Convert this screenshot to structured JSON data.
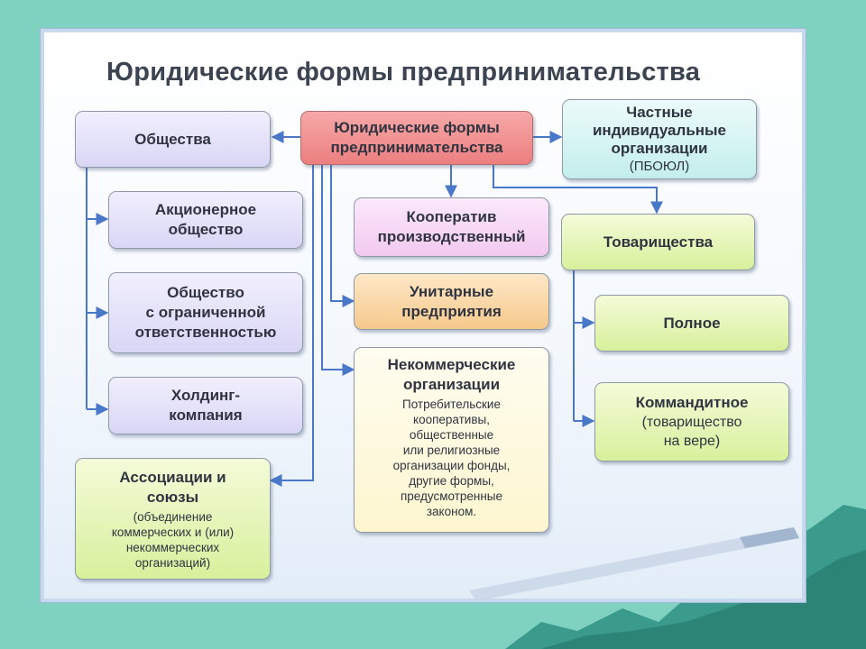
{
  "title": "Юридические формы предпринимательства",
  "nodes": {
    "center": "Юридические формы\nпредпринимательства",
    "obshchestva": "Общества",
    "aktsionernoe": "Акционерное\nобщество",
    "ooo": "Общество\nс ограниченной\nответственностью",
    "holding": "Холдинг-\nкомпания",
    "assotsiatsii": {
      "label": "Ассоциации и\nсоюзы",
      "note": "(объединение\nкоммерческих и (или)\nнекоммерческих\nорганизаций)"
    },
    "chastnye": {
      "label": "Частные\nиндивидуальные\nорганизации",
      "note": "(ПБОЮЛ)"
    },
    "kooperativ": "Кооператив\nпроизводственный",
    "unitarnye": "Унитарные\nпредприятия",
    "nekommercheskie": {
      "label": "Некоммерческие\nорганизации",
      "note": "Потребительские\nкооперативы,\nобщественные\nили религиозные\nорганизации  фонды,\nдругие формы,\nпредусмотренные\nзаконом."
    },
    "tovarishchestva": "Товарищества",
    "polnoe": "Полное",
    "kommanditnoe": {
      "label": "Коммандитное",
      "note": "(товарищество\nна вере)"
    }
  },
  "colors": {
    "background": "#7fd1c0",
    "connector": "#4a78c8",
    "center": "#ec7f7f",
    "lavender": "#d9d6f6",
    "green": "#d8f09c"
  }
}
